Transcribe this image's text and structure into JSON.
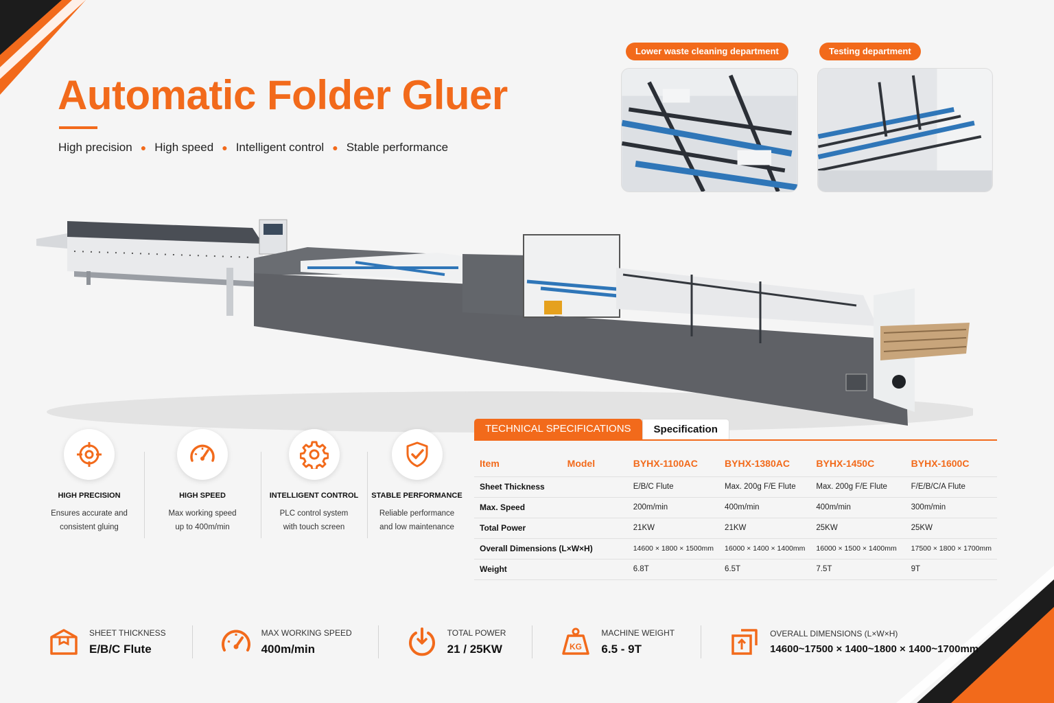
{
  "header": {
    "title": "Automatic Folder Gluer",
    "taglines": [
      "High precision",
      "High speed",
      "Intelligent control",
      "Stable performance"
    ]
  },
  "photos": [
    {
      "label": "Lower waste cleaning department"
    },
    {
      "label": "Testing department"
    }
  ],
  "features": [
    {
      "icon": "target-icon",
      "title": "HIGH PRECISION",
      "desc": "Ensures accurate and\nconsistent gluing"
    },
    {
      "icon": "speedometer-icon",
      "title": "HIGH SPEED",
      "desc": "Max working speed\nup to 400m/min"
    },
    {
      "icon": "gear-icon",
      "title": "INTELLIGENT CONTROL",
      "desc": "PLC control system\nwith touch screen"
    },
    {
      "icon": "shield-check-icon",
      "title": "STABLE PERFORMANCE",
      "desc": "Reliable performance\nand low maintenance"
    }
  ],
  "specs": {
    "tab_active": "TECHNICAL SPECIFICATIONS",
    "tab_inactive": "Specification",
    "header_item": "Item",
    "header_model": "Model",
    "models": [
      "BYHX-1100AC",
      "BYHX-1380AC",
      "BYHX-1450C",
      "BYHX-1600C"
    ],
    "rows": [
      {
        "label": "Sheet Thickness",
        "values": [
          "E/B/C Flute",
          "Max. 200g F/E Flute",
          "Max. 200g F/E Flute",
          "F/E/B/C/A Flute"
        ]
      },
      {
        "label": "Max. Speed",
        "values": [
          "200m/min",
          "400m/min",
          "400m/min",
          "300m/min"
        ]
      },
      {
        "label": "Total Power",
        "values": [
          "21KW",
          "21KW",
          "25KW",
          "25KW"
        ]
      },
      {
        "label": "Overall Dimensions (L×W×H)",
        "values": [
          "14600 × 1800 × 1500mm",
          "16000 × 1400 × 1400mm",
          "16000 × 1500 × 1400mm",
          "17500 × 1800 × 1700mm"
        ]
      },
      {
        "label": "Weight",
        "values": [
          "6.8T",
          "6.5T",
          "7.5T",
          "9T"
        ]
      }
    ]
  },
  "stats": [
    {
      "icon": "box-icon",
      "label": "SHEET THICKNESS",
      "value": "E/B/C Flute"
    },
    {
      "icon": "speedometer-icon",
      "label": "MAX WORKING SPEED",
      "value": "400m/min"
    },
    {
      "icon": "power-icon",
      "label": "TOTAL POWER",
      "value": "21 / 25KW"
    },
    {
      "icon": "weight-kg-icon",
      "label": "MACHINE WEIGHT",
      "value": "6.5 - 9T",
      "icon_text": "KG"
    },
    {
      "icon": "dimensions-icon",
      "label": "OVERALL DIMENSIONS (L×W×H)",
      "value": "14600~17500 × 1400~1800 × 1400~1700mm"
    }
  ],
  "colors": {
    "accent": "#f26a1b",
    "machine_gray": "#5f6166",
    "dark": "#1f1f1f"
  }
}
